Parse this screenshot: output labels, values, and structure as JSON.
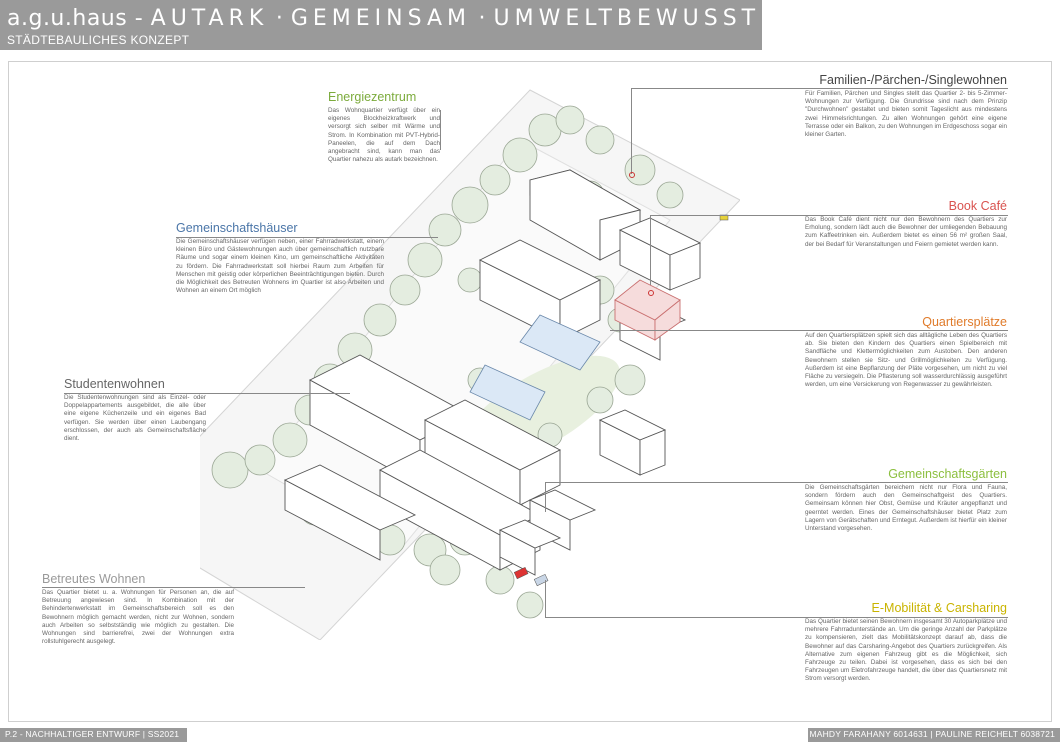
{
  "header": {
    "brand": "a.g.u.haus",
    "dash": "-",
    "word1": "AUTARK",
    "word2": "GEMEINSAM",
    "word3": "UMWELTBEWUSST",
    "dot": "·",
    "subtitle": "STÄDTEBAULICHES KONZEPT"
  },
  "sections": {
    "energie": {
      "title": "Energiezentrum",
      "color": "#7cab3c",
      "text": "Das Wohnquartier verfügt über ein eigenes Blockheizkraftwerk und versorgt sich selber mit Wärme und Strom. In Kombination mit PVT-Hybrid-Paneelen, die auf dem Dach angebracht sind, kann man das Quartier nahezu als autark bezeichnen."
    },
    "gemeinschaftshaeuser": {
      "title": "Gemeinschaftshäuser",
      "color": "#4b76a8",
      "text": "Die Gemeinschaftshäuser verfügen neben, einer Fahrradwerkstatt, einem kleinen Büro und Gästewohnungen auch über gemeinschaftlich nutzbare Räume und sogar einem kleinen Kino, um gemeinschaftliche Aktivitäten zu fördern. Die Fahrradwerkstatt soll hierbei Raum zum Arbeiten für Menschen mit geistig oder körperlichen Beeinträchtigungen bieten. Durch die Möglichkeit des Betreuten Wohnens im Quartier ist also Arbeiten und Wohnen an einem Ort möglich"
    },
    "studenten": {
      "title": "Studentenwohnen",
      "color": "#666666",
      "text": "Die Studentenwohnungen sind als Einzel- oder Doppelappartements ausgebildet, die alle über eine eigene Küchenzeile und ein eigenes Bad verfügen. Sie werden über einen Laubengang erschlossen, der auch als Gemeinschaftsfläche dient."
    },
    "betreut": {
      "title": "Betreutes Wohnen",
      "color": "#9a9a9a",
      "text": "Das Quartier bietet u. a. Wohnungen für Personen an, die auf Betreuung angewiesen sind. In Kombination mit der Behindertenwerkstatt im Gemeinschaftsbereich soll es den Bewohnern möglich gemacht werden, nicht zur Wohnen, sondern auch Arbeiten so selbstständig wie möglich zu gestalten. Die Wohnungen sind barrierefrei, zwei der Wohnungen extra rollstuhlgerecht ausgelegt."
    },
    "familien": {
      "title": "Familien-/Pärchen-/Singlewohnen",
      "color": "#444444",
      "text": "Für Familien, Pärchen und Singles stellt das Quartier 2- bis 5-Zimmer-Wohnungen zur Verfügung. Die Grundrisse sind nach dem Prinzip \"Durchwohnen\" gestaltet und bieten somit Tageslicht aus mindestens zwei Himmelsrichtungen. Zu allen Wohnungen gehört eine eigene Terrasse oder ein Balkon, zu den Wohnungen im Erdgeschoss sogar ein kleiner Garten."
    },
    "bookcafe": {
      "title": "Book Café",
      "color": "#d9534f",
      "text": "Das Book Café dient nicht nur den Bewohnern des Quartiers zur Erholung, sondern lädt auch die Bewohner der umliegenden Bebauung zum Kaffeetrinken ein. Außerdem bietet es einen 56 m² großen Saal, der bei Bedarf für Veranstaltungen und Feiern gemietet werden kann."
    },
    "quartier": {
      "title": "Quartiersplätze",
      "color": "#e07b2a",
      "text": "Auf den Quartiersplätzen spielt sich das alltägliche Leben des Quartiers ab. Sie bieten den Kindern des Quartiers einen Spielbereich mit Sandfläche und Klettermöglichkeiten zum Austoben. Den anderen Bewohnern stellen sie Sitz- und Grillmöglichkeiten zu Verfügung. Außerdem ist eine Bepflanzung der Pläte vorgesehen, um nicht zu viel Fläche zu versiegeln. Die Pflasterung soll wasserdurchlässig ausgeführt werden, um eine Versickerung von Regenwasser zu gewährleisten."
    },
    "gaerten": {
      "title": "Gemeinschaftsgärten",
      "color": "#8cbf3f",
      "text": "Die Gemeinschaftsgärten bereichern nicht nur Flora und Fauna, sondern fördern auch den Gemeinschaftgeist des Quartiers. Gemeinsam können hier Obst, Gemüse und Kräuter angepflanzt und geerntet werden. Eines der Gemeinschaftshäuser bietet Platz zum Lagern von Gerätschaften und Erntegut. Außerdem ist hierfür ein kleiner Unterstand vorgesehen."
    },
    "emob": {
      "title": "E-Mobilität & Carsharing",
      "color": "#c9b400",
      "text": "Das Quartier bietet seinen Bewohnern insgesamt 30 Autoparkplätze und mehrere Fahrradunterstände an. Um die geringe Anzahl der Parkplätze zu kompensieren, zielt das Mobilitätskonzept darauf ab, dass die Bewohner auf das Carsharing-Angebot des Quartiers zurückgreifen. Als Alternative zum eigenen Fahrzeug gibt es die Möglichkeit, sich Fahrzeuge zu teilen. Dabei ist vorgesehen, dass es sich bei den Fahrzeugen um Eletrofahrzeuge handelt, die über das Quartiersnetz mit Strom versorgt werden."
    }
  },
  "footer": {
    "left": "P.2 - NACHHALTIGER ENTWURF | SS2021",
    "right": "MAHDY FARAHANY 6014631 | PAULINE REICHELT 6038721"
  },
  "colors": {
    "header_bg": "#9a9a9a",
    "tree_fill": "#e4ede0",
    "cafe_fill": "#f6dcdc",
    "glass_fill": "#dbe8f6"
  }
}
